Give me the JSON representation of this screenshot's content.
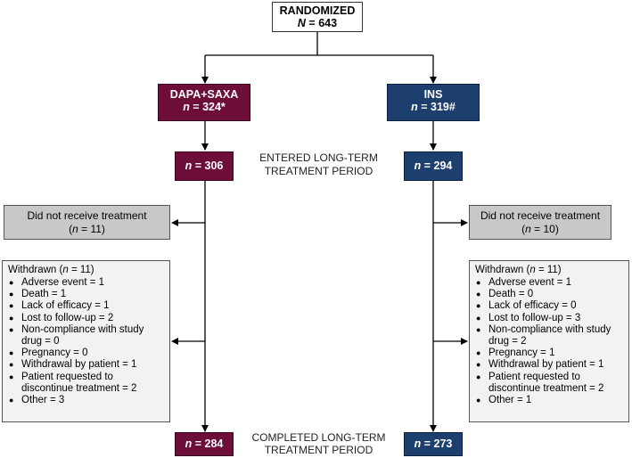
{
  "randomized": {
    "title": "RANDOMIZED",
    "n_label": "N",
    "n_value": " = 643"
  },
  "arms": {
    "left": {
      "name": "DAPA+SAXA",
      "n_label": "n",
      "n_value": " = 324*",
      "entered": " = 306",
      "completed": " = 284",
      "not_received": {
        "text": "Did not receive treatment",
        "n_open": "(",
        "n_label": "n",
        "n_value": " = 11)"
      },
      "withdrawn": {
        "head": "Withdrawn (",
        "n_label": "n",
        "n_value": " = 11)",
        "items": [
          "Adverse event = 1",
          "Death = 1",
          "Lack of efficacy = 1",
          "Lost to follow-up = 2",
          "Non-compliance with study drug = 0",
          "Pregnancy = 0",
          "Withdrawal by patient = 1",
          "Patient requested to discontinue treatment = 2",
          "Other = 3"
        ]
      }
    },
    "right": {
      "name": "INS",
      "n_label": "n",
      "n_value": " = 319#",
      "entered": " = 294",
      "completed": " = 273",
      "not_received": {
        "text": "Did not receive treatment",
        "n_open": "(",
        "n_label": "n",
        "n_value": " = 10)"
      },
      "withdrawn": {
        "head": "Withdrawn (",
        "n_label": "n",
        "n_value": " = 11)",
        "items": [
          "Adverse event = 1",
          "Death = 0",
          "Lack of efficacy = 0",
          "Lost to follow-up = 3",
          "Non-compliance with study drug = 2",
          "Pregnancy = 1",
          "Withdrawal by patient = 1",
          "Patient requested to discontinue treatment = 2",
          "Other = 1"
        ]
      }
    }
  },
  "labels": {
    "entered_line1": "ENTERED LONG-TERM",
    "entered_line2": "TREATMENT PERIOD",
    "completed_line1": "COMPLETED LONG-TERM",
    "completed_line2": "TREATMENT PERIOD"
  }
}
